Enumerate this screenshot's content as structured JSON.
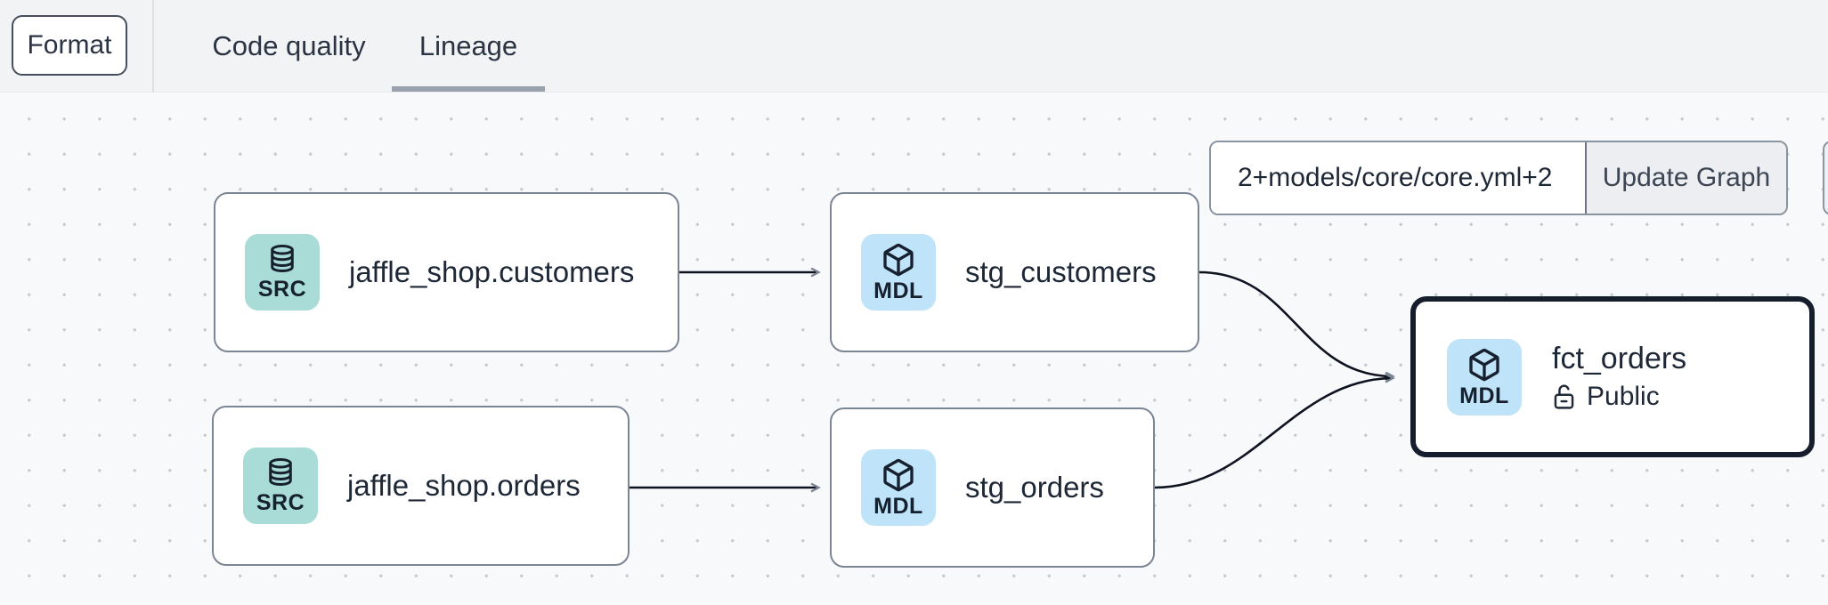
{
  "toolbar": {
    "format_button": "Format",
    "tabs": [
      {
        "label": "Code quality",
        "active": false
      },
      {
        "label": "Lineage",
        "active": true
      }
    ]
  },
  "lineage_controls": {
    "selector_input_value": "2+models/core/core.yml+2",
    "update_graph_button": "Update Graph"
  },
  "graph": {
    "nodes": [
      {
        "label": "jaffle_shop.customers",
        "badge": "SRC",
        "kind": "source",
        "icon": "database-icon",
        "selected": false
      },
      {
        "label": "stg_customers",
        "badge": "MDL",
        "kind": "model",
        "icon": "cube-icon",
        "selected": false
      },
      {
        "label": "jaffle_shop.orders",
        "badge": "SRC",
        "kind": "source",
        "icon": "database-icon",
        "selected": false
      },
      {
        "label": "stg_orders",
        "badge": "MDL",
        "kind": "model",
        "icon": "cube-icon",
        "selected": false
      },
      {
        "label": "fct_orders",
        "badge": "MDL",
        "kind": "model",
        "icon": "cube-icon",
        "access": "Public",
        "access_icon": "unlock-icon",
        "selected": true
      }
    ],
    "edges": [
      {
        "from": "jaffle_shop.customers",
        "to": "stg_customers"
      },
      {
        "from": "jaffle_shop.orders",
        "to": "stg_orders"
      },
      {
        "from": "stg_customers",
        "to": "fct_orders"
      },
      {
        "from": "stg_orders",
        "to": "fct_orders"
      }
    ]
  },
  "colors": {
    "topbar_bg": "#f2f3f5",
    "canvas_bg": "#f8f9fb",
    "dot_grid": "#c5cad3",
    "node_border": "#7c8593",
    "selected_node_border": "#161e2d",
    "source_badge_bg": "#a9dcd6",
    "model_badge_bg": "#bfe3f8",
    "edge_stroke": "#0d141f",
    "arrowhead": "#7b8492",
    "active_tab_underline": "#99a1ad"
  }
}
